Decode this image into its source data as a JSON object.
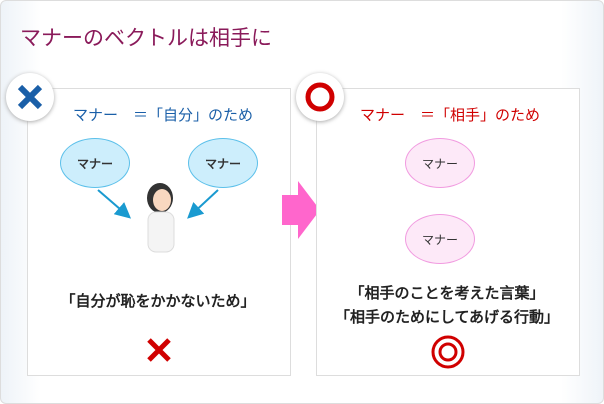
{
  "title": "マナーのベクトルは相手に",
  "left": {
    "heading": "マナー　＝「自分」のため",
    "bubble": "マナー",
    "caption": "「自分が恥をかかないため」",
    "color": "#1a5fa8",
    "mark_color": "#d00000"
  },
  "right": {
    "heading": "マナー　＝「相手」のため",
    "bubble": "マナー",
    "caption1": "「相手のことを考えた言葉」",
    "caption2": "「相手のためにしてあげる行動」",
    "color": "#d00000"
  },
  "arrow_color": "#ff66cc"
}
